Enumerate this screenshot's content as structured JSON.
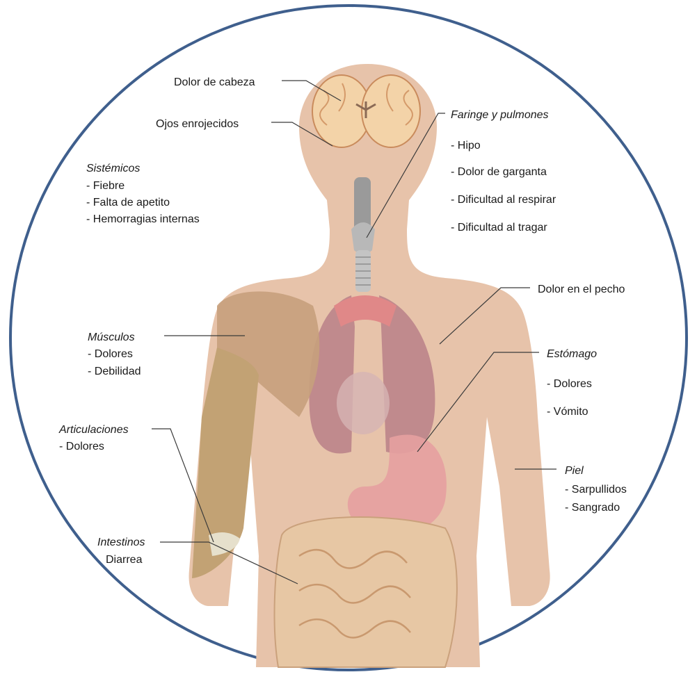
{
  "colors": {
    "ring": "#3f5f8d",
    "skin": "#e7c3aa",
    "brain": "#f3d3a8",
    "muscle": "#c6a07c",
    "lungs": "#b98088",
    "stomach": "#e6a0a0",
    "intestines": "#e7c7a4",
    "trachea": "#9a9a9a"
  },
  "labels": {
    "dolor_cabeza": "Dolor de cabeza",
    "ojos": "Ojos enrojecidos",
    "sistemicos": {
      "title": "Sistémicos",
      "items": [
        "- Fiebre",
        "- Falta de apetito",
        "- Hemorragias internas"
      ]
    },
    "faringe": {
      "title": "Faringe y pulmones",
      "items": [
        "- Hipo",
        "- Dolor de garganta",
        "- Dificultad al respirar",
        "- Dificultad al tragar"
      ]
    },
    "dolor_pecho": "Dolor en el pecho",
    "musculos": {
      "title": "Músculos",
      "items": [
        "- Dolores",
        "- Debilidad"
      ]
    },
    "estomago": {
      "title": "Estómago",
      "items": [
        "- Dolores",
        "- Vómito"
      ]
    },
    "articulaciones": {
      "title": "Articulaciones",
      "items": [
        "- Dolores"
      ]
    },
    "piel": {
      "title": "Piel",
      "items": [
        "- Sarpullidos",
        "- Sangrado"
      ]
    },
    "intestinos": {
      "title": "Intestinos",
      "items": [
        "Diarrea"
      ]
    }
  }
}
